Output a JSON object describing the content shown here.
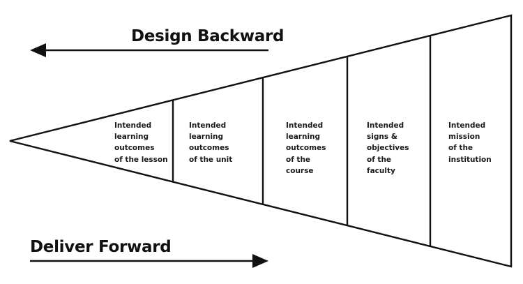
{
  "headings": {
    "design_backward": "Design Backward",
    "deliver_forward": "Deliver Forward"
  },
  "segments": [
    {
      "label": "Intended\nlearning\noutcomes\nof the lesson"
    },
    {
      "label": "Intended\nlearning\noutcomes\nof the unit"
    },
    {
      "label": "Intended\nlearning\noutcomes\nof the\ncourse"
    },
    {
      "label": "Intended\nsigns &\nobjectives\nof the\nfaculty"
    },
    {
      "label": "Intended\nmission\nof the\ninstitution"
    }
  ],
  "colors": {
    "line": "#111111",
    "background": "#ffffff"
  },
  "icons": {
    "left_arrow": "arrow-left-icon",
    "right_arrow": "arrow-right-icon"
  }
}
